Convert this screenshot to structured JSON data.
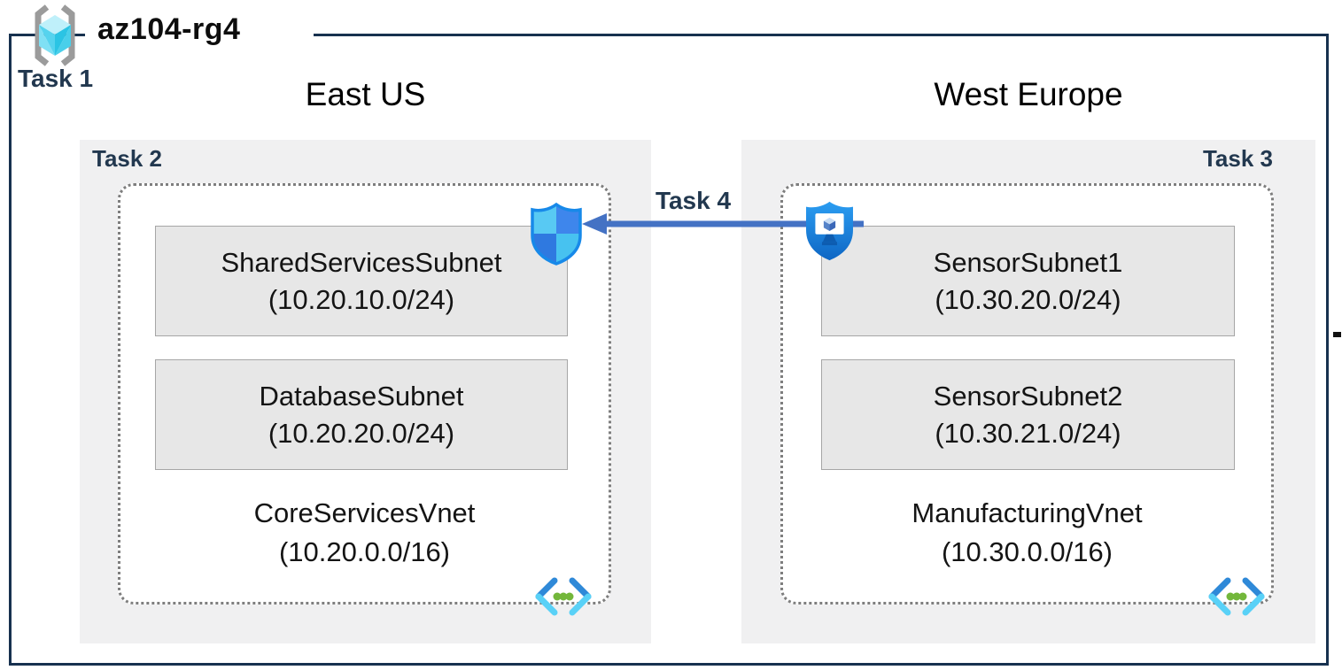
{
  "title": "az104-rg4",
  "tasks": {
    "t1": "Task 1",
    "t2": "Task 2",
    "t3": "Task 3",
    "t4": "Task 4"
  },
  "regions": {
    "east": {
      "label": "East US",
      "vnet": {
        "name": "CoreServicesVnet",
        "cidr": "(10.20.0.0/16)",
        "subnets": [
          {
            "name": "SharedServicesSubnet",
            "cidr": "(10.20.10.0/24)"
          },
          {
            "name": "DatabaseSubnet",
            "cidr": "(10.20.20.0/24)"
          }
        ]
      }
    },
    "west": {
      "label": "West Europe",
      "vnet": {
        "name": "ManufacturingVnet",
        "cidr": "(10.30.0.0/16)",
        "subnets": [
          {
            "name": "SensorSubnet1",
            "cidr": "(10.30.20.0/24)"
          },
          {
            "name": "SensorSubnet2",
            "cidr": "(10.30.21.0/24)"
          }
        ]
      }
    }
  },
  "icons": {
    "resource_group": "resource-group-icon",
    "network_security_group": "network-security-group-shield-icon",
    "shielded_vm": "shielded-vm-icon",
    "vnet_peering": "vnet-peering-icon"
  },
  "colors": {
    "outer_border_navy": "#17314F",
    "task_label_navy": "#22384F",
    "region_bg_gray": "#F0F0F1",
    "subnet_bg_gray": "#E7E7E7",
    "subnet_border_gray": "#A6A6A6",
    "vnet_dotted_gray": "#7E7E7E",
    "arrow_blue": "#4472C4",
    "shield_cyan": "#58C9F3",
    "shield_blue": "#3E86EC",
    "peering_dot_green": "#73B73B"
  }
}
